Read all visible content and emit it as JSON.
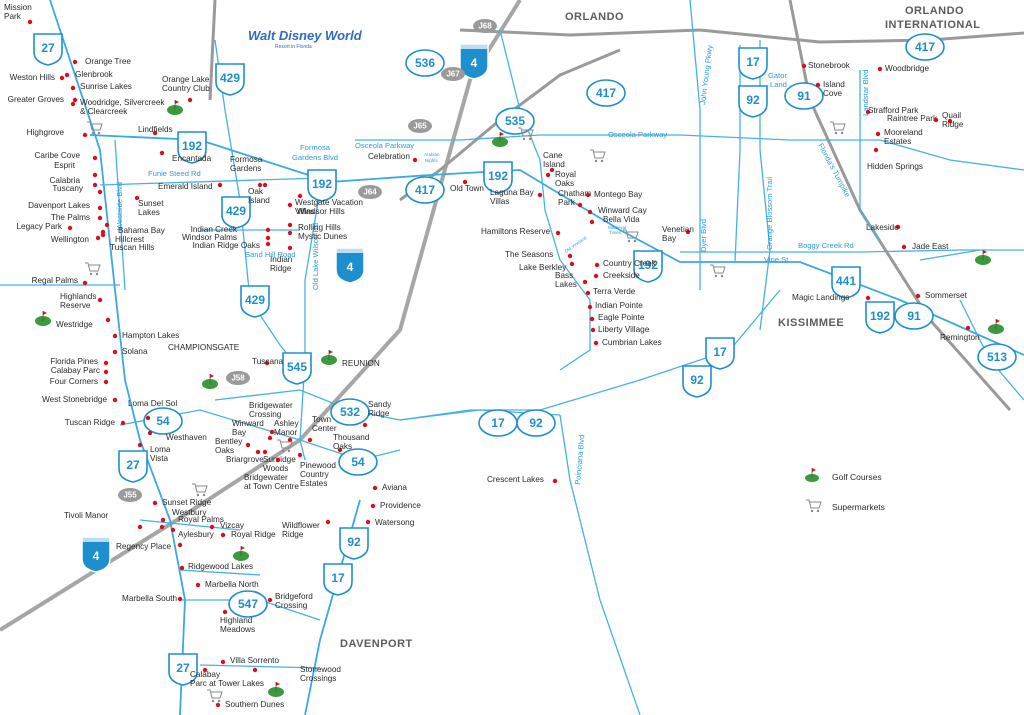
{
  "regions": {
    "orlando": "ORLANDO",
    "orlando_intl": [
      "ORLANDO",
      "INTERNATIONAL"
    ],
    "kissimmee": "KISSIMMEE",
    "davenport": "DAVENPORT",
    "championsgate": "CHAMPIONSGATE"
  },
  "logo": {
    "main": "Walt Disney World",
    "sub": "Resort in Florida"
  },
  "roads": {
    "osceola_parkway_w": "Osceola Parkway",
    "osceola_parkway_e": "Osceola Parkway",
    "funie_steed": "Funie Steed Rd",
    "formosa_gardens_blvd": [
      "Formosa",
      "Gardens Blvd"
    ],
    "sand_hill": "Sand Hill Road",
    "old_lake_wilson": "Old Lake Wilson Rd",
    "westside_blvd": "Westside Blvd",
    "boggy_creek": "Boggy Creek Rd",
    "vine_st": "Vine St",
    "dyer_blvd": "Dyer Blvd",
    "orange_blossom": "Orange Blossom Trail",
    "john_young": "John Young Pkwy",
    "landstar": "Landstar Blvd",
    "floridas_turnpike": "Florida's Turnpike",
    "poinciana": "Poinciana Blvd",
    "gator_land": [
      "Gator",
      "Land"
    ],
    "arabian_nights": [
      "Arabian",
      "Nights"
    ],
    "medieval_times": [
      "Medieval",
      "Times"
    ],
    "old_vineland": "Old Vineland"
  },
  "shields": {
    "us27_a": "27",
    "us27_b": "27",
    "us27_c": "27",
    "sr429_a": "429",
    "sr429_b": "429",
    "sr429_c": "429",
    "us192_a": "192",
    "us192_b": "192",
    "us192_c": "192",
    "us192_d": "192",
    "us192_e": "192",
    "cr536": "536",
    "sr417_a": "417",
    "sr417_b": "417",
    "sr417_c": "417",
    "sr535": "535",
    "sr17_a": "17",
    "sr17_b": "17",
    "sr17_c": "17",
    "sr17_d": "17",
    "sr92_a": "92",
    "sr92_b": "92",
    "sr92_c": "92",
    "sr92_d": "92",
    "sr91_a": "91",
    "sr91_b": "91",
    "sr441": "441",
    "sr513": "513",
    "sr54_a": "54",
    "sr54_b": "54",
    "cr532": "532",
    "cr545": "545",
    "cr547": "547",
    "i4_a": "4",
    "i4_b": "4",
    "i4_c": "4"
  },
  "junctions": {
    "j68": "J68",
    "j67": "J67",
    "j65": "J65",
    "j64": "J64",
    "j58": "J58",
    "j55": "J55"
  },
  "places": [
    {
      "name": "Mission Park",
      "lines": [
        "Mission",
        "Park"
      ]
    },
    {
      "name": "Orange Tree",
      "lines": [
        "Orange Tree"
      ]
    },
    {
      "name": "Glenbrook",
      "lines": [
        "Glenbrook"
      ]
    },
    {
      "name": "Weston Hills",
      "lines": [
        "Weston Hills"
      ]
    },
    {
      "name": "Sunrise Lakes",
      "lines": [
        "Sunrise Lakes"
      ]
    },
    {
      "name": "Greater Groves",
      "lines": [
        "Greater Groves"
      ]
    },
    {
      "name": "Woodridge, Silvercreek & Clearcreek",
      "lines": [
        "Woodridge, Silvercreek",
        "& Clearcreek"
      ]
    },
    {
      "name": "Orange Lake Country Club",
      "lines": [
        "Orange Lake",
        "Country Club"
      ]
    },
    {
      "name": "Highgrove",
      "lines": [
        "Highgrove"
      ]
    },
    {
      "name": "Lindfields",
      "lines": [
        "Lindfields"
      ]
    },
    {
      "name": "Caribe Cove",
      "lines": [
        "Caribe Cove"
      ]
    },
    {
      "name": "Encantada",
      "lines": [
        "Encantada"
      ]
    },
    {
      "name": "Formosa Gardens",
      "lines": [
        "Formosa",
        "Gardens"
      ]
    },
    {
      "name": "Esprit",
      "lines": [
        "Esprit"
      ]
    },
    {
      "name": "Calabria",
      "lines": [
        "Calabria"
      ]
    },
    {
      "name": "Tuscany",
      "lines": [
        "Tuscany"
      ]
    },
    {
      "name": "Emerald Island",
      "lines": [
        "Emerald Island"
      ]
    },
    {
      "name": "Oak Island",
      "lines": [
        "Oak",
        "Island"
      ]
    },
    {
      "name": "Davenport Lakes",
      "lines": [
        "Davenport Lakes"
      ]
    },
    {
      "name": "Sunset Lakes",
      "lines": [
        "Sunset",
        "Lakes"
      ]
    },
    {
      "name": "The Palms",
      "lines": [
        "The Palms"
      ]
    },
    {
      "name": "Legacy Park",
      "lines": [
        "Legacy Park"
      ]
    },
    {
      "name": "Bahama Bay",
      "lines": [
        "Bahama Bay"
      ]
    },
    {
      "name": "Hillcrest",
      "lines": [
        "Hillcrest"
      ]
    },
    {
      "name": "Wellington",
      "lines": [
        "Wellington"
      ]
    },
    {
      "name": "Tuscan Hills",
      "lines": [
        "Tuscan Hills"
      ]
    },
    {
      "name": "Westgate Vacation Villas",
      "lines": [
        "Westgate Vacation",
        "Villas"
      ]
    },
    {
      "name": "Windsor Hills",
      "lines": [
        "Windsor Hills"
      ]
    },
    {
      "name": "Indian Creek",
      "lines": [
        "Indian Creek"
      ]
    },
    {
      "name": "Windsor Palms",
      "lines": [
        "Windsor Palms"
      ]
    },
    {
      "name": "Indian Ridge Oaks",
      "lines": [
        "Indian Ridge Oaks"
      ]
    },
    {
      "name": "Rolling Hills",
      "lines": [
        "Rolling Hills"
      ]
    },
    {
      "name": "Mystic Dunes",
      "lines": [
        "Mystic Dunes"
      ]
    },
    {
      "name": "Indian Ridge",
      "lines": [
        "Indian",
        "Ridge"
      ]
    },
    {
      "name": "Regal Palms",
      "lines": [
        "Regal Palms"
      ]
    },
    {
      "name": "Highlands Reserve",
      "lines": [
        "Highlands",
        "Reserve"
      ]
    },
    {
      "name": "Westridge",
      "lines": [
        "Westridge"
      ]
    },
    {
      "name": "Hampton Lakes",
      "lines": [
        "Hampton Lakes"
      ]
    },
    {
      "name": "Solana",
      "lines": [
        "Solana"
      ]
    },
    {
      "name": "Florida Pines",
      "lines": [
        "Florida Pines"
      ]
    },
    {
      "name": "Calabay Parc",
      "lines": [
        "Calabay Parc"
      ]
    },
    {
      "name": "Four Corners",
      "lines": [
        "Four Corners"
      ]
    },
    {
      "name": "Tuscana",
      "lines": [
        "Tuscana"
      ]
    },
    {
      "name": "REUNION",
      "lines": [
        "REUNION"
      ]
    },
    {
      "name": "West Stonebridge",
      "lines": [
        "West Stonebridge"
      ]
    },
    {
      "name": "Loma Del Sol",
      "lines": [
        "Loma Del Sol"
      ]
    },
    {
      "name": "Tuscan Ridge",
      "lines": [
        "Tuscan Ridge"
      ]
    },
    {
      "name": "Westhaven",
      "lines": [
        "Westhaven"
      ]
    },
    {
      "name": "Loma Vista",
      "lines": [
        "Loma",
        "Vista"
      ]
    },
    {
      "name": "Bridgewater Crossing",
      "lines": [
        "Bridgewater",
        "Crossing"
      ]
    },
    {
      "name": "Winward Bay",
      "lines": [
        "Winward",
        "Bay"
      ]
    },
    {
      "name": "Ashley Manor",
      "lines": [
        "Ashley",
        "Manor"
      ]
    },
    {
      "name": "Town Center",
      "lines": [
        "Town",
        "Center"
      ]
    },
    {
      "name": "Sandy Ridge",
      "lines": [
        "Sandy",
        "Ridge"
      ]
    },
    {
      "name": "Bentley Oaks",
      "lines": [
        "Bentley",
        "Oaks"
      ]
    },
    {
      "name": "Thousand Oaks",
      "lines": [
        "Thousand",
        "Oaks"
      ]
    },
    {
      "name": "Briargrove",
      "lines": [
        "Briargrove"
      ]
    },
    {
      "name": "Sunridge Woods",
      "lines": [
        "Sunridge",
        "Woods"
      ]
    },
    {
      "name": "Pinewood Country Estates",
      "lines": [
        "Pinewood",
        "Country",
        "Estates"
      ]
    },
    {
      "name": "Bridgewater at Town Centre",
      "lines": [
        "Bridgewater",
        "at Town Centre"
      ]
    },
    {
      "name": "Aviana",
      "lines": [
        "Aviana"
      ]
    },
    {
      "name": "Providence",
      "lines": [
        "Providence"
      ]
    },
    {
      "name": "Watersong",
      "lines": [
        "Watersong"
      ]
    },
    {
      "name": "Wildflower Ridge",
      "lines": [
        "Wildflower",
        "Ridge"
      ]
    },
    {
      "name": "Sunset Ridge",
      "lines": [
        "Sunset Ridge"
      ]
    },
    {
      "name": "Westbury",
      "lines": [
        "Westbury"
      ]
    },
    {
      "name": "Tivoli Manor",
      "lines": [
        "Tivoli Manor"
      ]
    },
    {
      "name": "Royal Palms",
      "lines": [
        "Royal Palms"
      ]
    },
    {
      "name": "Vizcay",
      "lines": [
        "Vizcay"
      ]
    },
    {
      "name": "Aylesbury",
      "lines": [
        "Aylesbury"
      ]
    },
    {
      "name": "Royal Ridge",
      "lines": [
        "Royal Ridge"
      ]
    },
    {
      "name": "Regency Place",
      "lines": [
        "Regency Place"
      ]
    },
    {
      "name": "Ridgewood Lakes",
      "lines": [
        "Ridgewood Lakes"
      ]
    },
    {
      "name": "Marbella North",
      "lines": [
        "Marbella North"
      ]
    },
    {
      "name": "Marbella South",
      "lines": [
        "Marbella South"
      ]
    },
    {
      "name": "Bridgeford Crossing",
      "lines": [
        "Bridgeford",
        "Crossing"
      ]
    },
    {
      "name": "Highland Meadows",
      "lines": [
        "Highland",
        "Meadows"
      ]
    },
    {
      "name": "Villa Sorrento",
      "lines": [
        "Villa Sorrento"
      ]
    },
    {
      "name": "Calabay Parc at Tower Lakes",
      "lines": [
        "Calabay",
        "Parc at Tower Lakes"
      ]
    },
    {
      "name": "Stonewood Crossings",
      "lines": [
        "Stonewood",
        "Crossings"
      ]
    },
    {
      "name": "Southern Dunes",
      "lines": [
        "Southern Dunes"
      ]
    },
    {
      "name": "Celebration",
      "lines": [
        "Celebration"
      ]
    },
    {
      "name": "Old Town",
      "lines": [
        "Old Town"
      ]
    },
    {
      "name": "Cane Island",
      "lines": [
        "Cane",
        "Island"
      ]
    },
    {
      "name": "Royal Oaks",
      "lines": [
        "Royal",
        "Oaks"
      ]
    },
    {
      "name": "Laguna Bay Villas",
      "lines": [
        "Laguna Bay",
        "Villas"
      ]
    },
    {
      "name": "Chatham Park",
      "lines": [
        "Chatham",
        "Park"
      ]
    },
    {
      "name": "Montego Bay",
      "lines": [
        "Montego Bay"
      ]
    },
    {
      "name": "Winward Cay",
      "lines": [
        "Winward Cay"
      ]
    },
    {
      "name": "Bella Vida",
      "lines": [
        "Bella Vida"
      ]
    },
    {
      "name": "Hamiltons Reserve",
      "lines": [
        "Hamiltons Reserve"
      ]
    },
    {
      "name": "Venetian Bay",
      "lines": [
        "Venetian",
        "Bay"
      ]
    },
    {
      "name": "The Seasons",
      "lines": [
        "The Seasons"
      ]
    },
    {
      "name": "Lake Berkley",
      "lines": [
        "Lake Berkley"
      ]
    },
    {
      "name": "Country Creek",
      "lines": [
        "Country Creek"
      ]
    },
    {
      "name": "Creekside",
      "lines": [
        "Creekside"
      ]
    },
    {
      "name": "Bass Lakes",
      "lines": [
        "Bass",
        "Lakes"
      ]
    },
    {
      "name": "Terra Verde",
      "lines": [
        "Terra Verde"
      ]
    },
    {
      "name": "Indian Pointe",
      "lines": [
        "Indian Pointe"
      ]
    },
    {
      "name": "Eagle Pointe",
      "lines": [
        "Eagle Pointe"
      ]
    },
    {
      "name": "Liberty Village",
      "lines": [
        "Liberty Village"
      ]
    },
    {
      "name": "Cumbrian Lakes",
      "lines": [
        "Cumbrian Lakes"
      ]
    },
    {
      "name": "Crescent Lakes",
      "lines": [
        "Crescent Lakes"
      ]
    },
    {
      "name": "Stonebrook",
      "lines": [
        "Stonebrook"
      ]
    },
    {
      "name": "Woodbridge",
      "lines": [
        "Woodbridge"
      ]
    },
    {
      "name": "Island Cove",
      "lines": [
        "Island",
        "Cove"
      ]
    },
    {
      "name": "Strafford Park",
      "lines": [
        "Strafford Park"
      ]
    },
    {
      "name": "Raintree Park",
      "lines": [
        "Raintree Park"
      ]
    },
    {
      "name": "Quail Ridge",
      "lines": [
        "Quail",
        "Ridge"
      ]
    },
    {
      "name": "Mooreland Estates",
      "lines": [
        "Mooreland",
        "Estates"
      ]
    },
    {
      "name": "Hidden Springs",
      "lines": [
        "Hidden Springs"
      ]
    },
    {
      "name": "Lakeside",
      "lines": [
        "Lakeside"
      ]
    },
    {
      "name": "Jade East",
      "lines": [
        "Jade East"
      ]
    },
    {
      "name": "Magic Landings",
      "lines": [
        "Magic Landings"
      ]
    },
    {
      "name": "Sommerset",
      "lines": [
        "Sommerset"
      ]
    },
    {
      "name": "Remington",
      "lines": [
        "Remington"
      ]
    }
  ],
  "legend": {
    "golf": "Golf Courses",
    "supermarkets": "Supermarkets"
  },
  "colors": {
    "road": "#45b2e6",
    "shield": "#1d8fcf",
    "interstate": "#1d8fcf",
    "dot": "#d8101c",
    "golf_green": "#3a9a3c",
    "junction": "#9a9a9a"
  }
}
